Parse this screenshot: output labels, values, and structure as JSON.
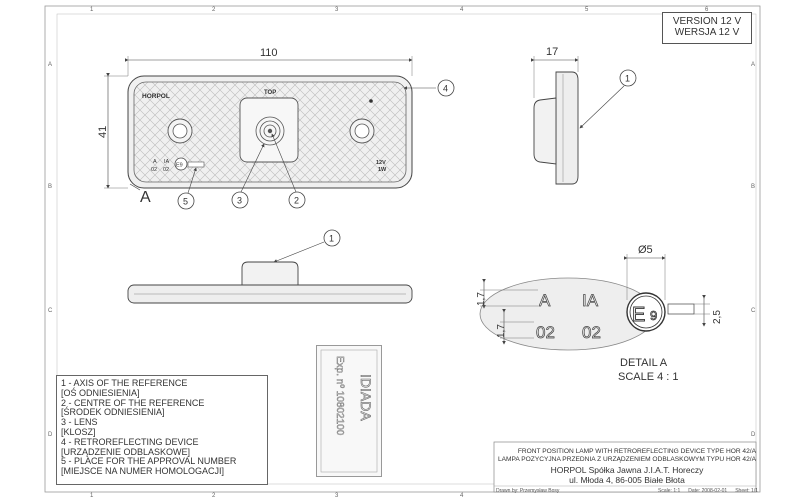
{
  "version": {
    "line1": "VERSION 12 V",
    "line2": "WERSJA 12 V"
  },
  "grid": {
    "cols": [
      "1",
      "2",
      "3",
      "4",
      "5",
      "6"
    ],
    "rows": [
      "A",
      "B",
      "C",
      "D"
    ]
  },
  "front_view": {
    "dim_width": "110",
    "dim_height": "41",
    "brand": "HORPOL",
    "top_mark": "TOP",
    "marks_left": [
      "A",
      "IA",
      "02",
      "02"
    ],
    "e_mark": "E9",
    "voltage": "12V",
    "power": "1W",
    "view_letter": "A"
  },
  "side_view": {
    "dim_width": "17"
  },
  "callouts": [
    "1",
    "2",
    "3",
    "4",
    "5"
  ],
  "detail": {
    "dim_circle": "Ø5",
    "dim_17a": "1,7",
    "dim_17b": "1,7",
    "dim_25": "2,5",
    "text_A": "A",
    "text_IA": "IA",
    "text_02a": "02",
    "text_02b": "02",
    "e_letter": "E",
    "e_number": "9",
    "caption1": "DETAIL A",
    "caption2": "SCALE 4 : 1"
  },
  "stamp": {
    "line1": "IDIADA",
    "line2": "Exp. nº 10802100"
  },
  "legend": [
    "1 - AXIS OF THE REFERENCE",
    "[OŚ ODNIESIENIA]",
    "2 - CENTRE OF THE REFERENCE",
    "[ŚRODEK ODNIESIENIA]",
    "3 - LENS",
    "[KLOSZ]",
    "4 - RETROREFLECTING DEVICE",
    "[URZĄDZENIE ODBLASKOWE]",
    "5 - PLACE FOR THE APPROVAL NUMBER",
    "[MIEJSCE NA NUMER HOMOLOGACJI]"
  ],
  "title_block": {
    "title_en": "FRONT POSITION LAMP WITH RETROREFLECTING DEVICE TYPE HOR 42/A",
    "title_pl": "LAMPA POZYCYJNA PRZEDNIA Z URZĄDZENIEM ODBLASKOWYM TYPU HOR 42/A",
    "company": "HORPOL Spółka Jawna   J.I.A.T. Horeczy",
    "address": "ul. Młoda 4, 86-005 Białe Błota",
    "drawn_by": "Drawn by: Przemysław Bosy",
    "scale": "Scale: 1:1",
    "date": "Date: 2008-02-01",
    "sheet": "Sheet: 1/1"
  }
}
